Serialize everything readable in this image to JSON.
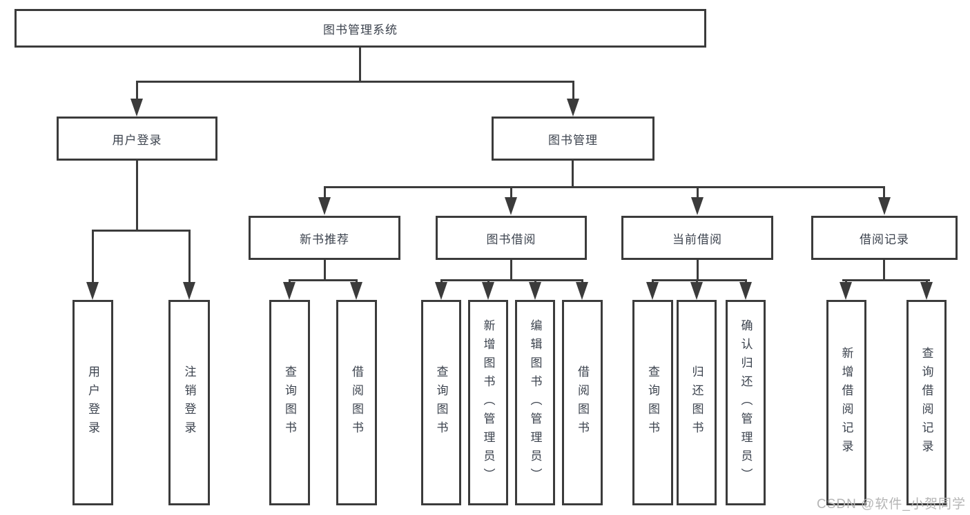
{
  "tree": {
    "root": {
      "label": "图书管理系统"
    },
    "branches": [
      {
        "label": "用户登录",
        "children": [
          {
            "label": "用户登录"
          },
          {
            "label": "注销登录"
          }
        ]
      },
      {
        "label": "图书管理",
        "children": [
          {
            "label": "新书推荐",
            "children": [
              {
                "label": "查询图书"
              },
              {
                "label": "借阅图书"
              }
            ]
          },
          {
            "label": "图书借阅",
            "children": [
              {
                "label": "查询图书"
              },
              {
                "label": "新增图书（管理员）"
              },
              {
                "label": "编辑图书（管理员）"
              },
              {
                "label": "借阅图书"
              }
            ]
          },
          {
            "label": "当前借阅",
            "children": [
              {
                "label": "查询图书"
              },
              {
                "label": "归还图书"
              },
              {
                "label": "确认归还（管理员）"
              }
            ]
          },
          {
            "label": "借阅记录",
            "children": [
              {
                "label": "新增借阅记录"
              },
              {
                "label": "查询借阅记录"
              }
            ]
          }
        ]
      }
    ]
  },
  "watermark": {
    "text": "CSDN @软件_小贺同学"
  },
  "colors": {
    "line": "#3b3b3b",
    "text": "#3c434e",
    "watermark": "#b5b5b5",
    "background": "#ffffff"
  }
}
